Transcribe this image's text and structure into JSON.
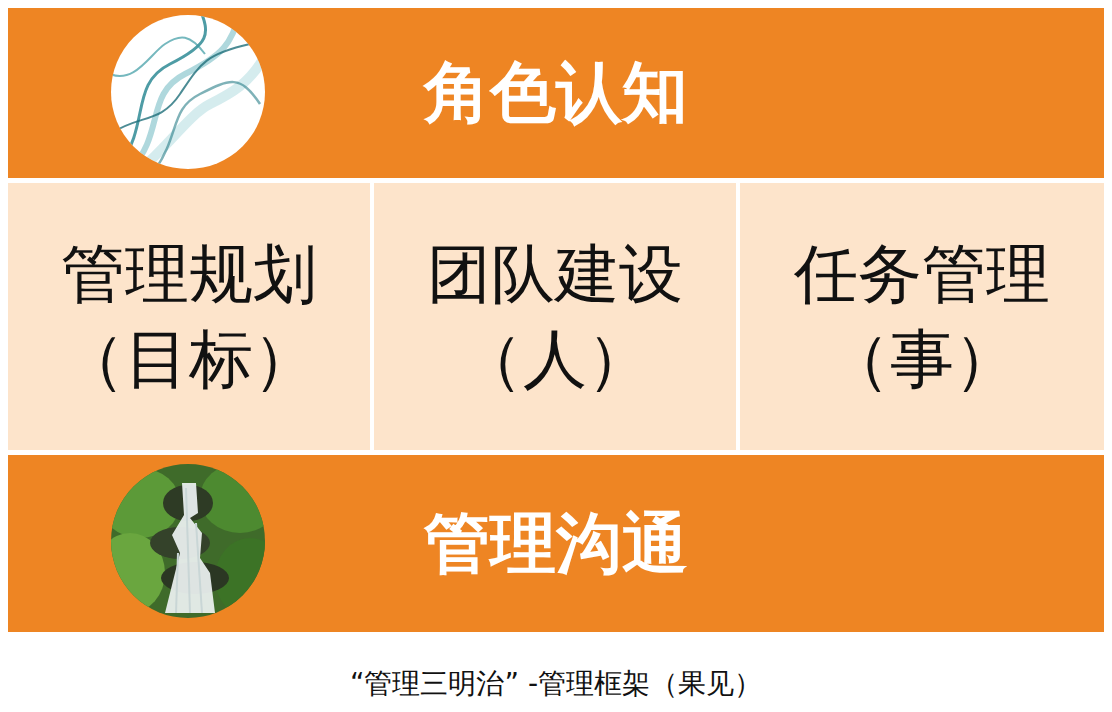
{
  "diagram": {
    "caption": "“管理三明治” -管理框架（果见）",
    "nodes": [
      {
        "text": [
          "角色认知"
        ]
      },
      {
        "text": [
          "管理规划",
          "（目标）"
        ]
      },
      {
        "text": [
          "团队建设",
          "（人）"
        ]
      },
      {
        "text": [
          "任务管理",
          "（事）"
        ]
      },
      {
        "text": [
          "管理沟通"
        ]
      }
    ]
  }
}
